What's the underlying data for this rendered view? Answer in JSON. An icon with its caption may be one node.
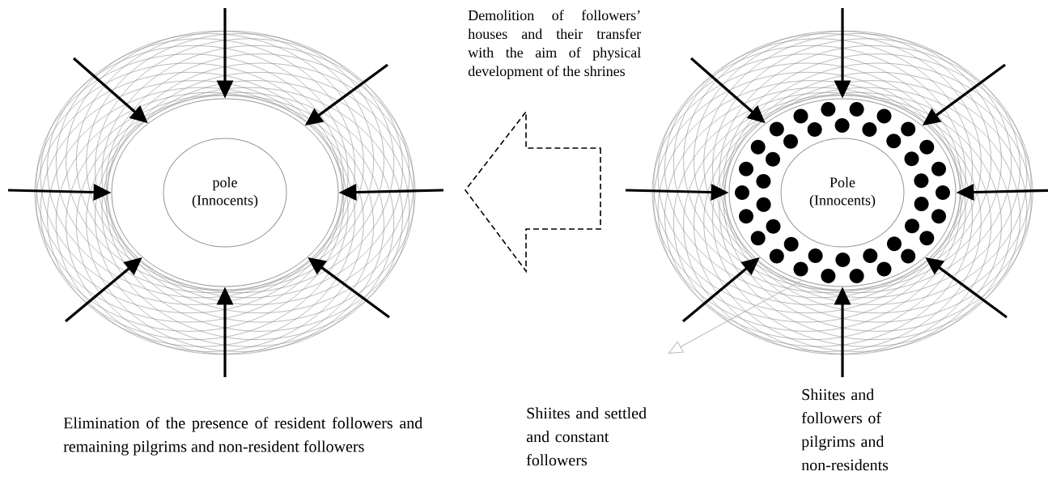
{
  "diagram": {
    "nodes": [
      {
        "text": [],
        "shape": "ring"
      },
      {
        "text": [
          "pole (Innocents)"
        ],
        "in": 0
      },
      {
        "text": [],
        "shape": "ring"
      },
      {
        "text": [
          "Pole (Innocents)"
        ],
        "in": 2
      },
      {
        "text": [
          "Shiites and settled and constant followers"
        ]
      }
    ],
    "edges": [
      {
        "from": null,
        "to": 0,
        "arrow": "to"
      },
      {
        "from": null,
        "to": 0,
        "arrow": "to"
      },
      {
        "from": null,
        "to": 0,
        "arrow": "to"
      },
      {
        "from": null,
        "to": 0,
        "arrow": "to"
      },
      {
        "from": null,
        "to": 0,
        "arrow": "to"
      },
      {
        "from": null,
        "to": 0,
        "arrow": "to"
      },
      {
        "from": null,
        "to": 0,
        "arrow": "to"
      },
      {
        "from": null,
        "to": 0,
        "arrow": "to"
      },
      {
        "from": null,
        "to": 2,
        "arrow": "to"
      },
      {
        "from": null,
        "to": 2,
        "arrow": "to"
      },
      {
        "from": null,
        "to": 2,
        "arrow": "to"
      },
      {
        "from": null,
        "to": 2,
        "arrow": "to"
      },
      {
        "from": null,
        "to": 2,
        "arrow": "to"
      },
      {
        "from": null,
        "to": 2,
        "arrow": "to"
      },
      {
        "from": null,
        "to": 2,
        "arrow": "to"
      },
      {
        "from": null,
        "to": 2,
        "arrow": "to"
      },
      {
        "from": 2,
        "to": 4,
        "arrow": "to",
        "color": "#bbbbbb"
      }
    ],
    "labels": [
      "Demolition of followers’ houses and their transfer with the aim of physical development of the shrines",
      "Elimination of the presence of resident followers and remaining pilgrims and non-resident followers",
      "Shiites and followers of pilgrims and non-residents"
    ]
  }
}
